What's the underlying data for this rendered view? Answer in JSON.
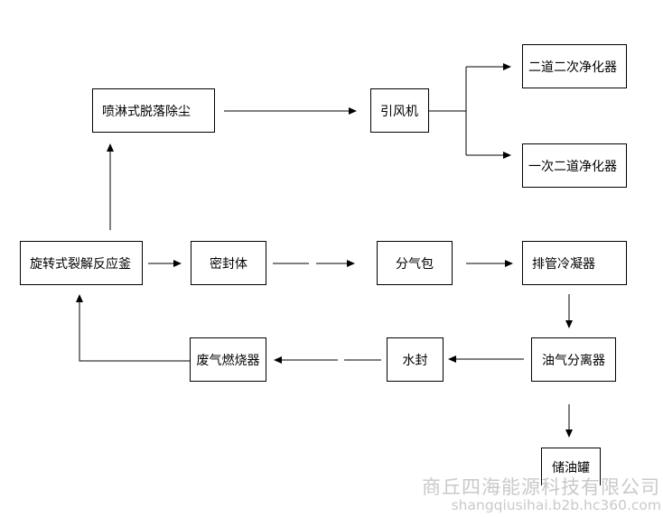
{
  "nodes": {
    "spray_dust_removal": "喷淋式脱落除尘",
    "induced_fan": "引风机",
    "secondary_purifier": "二道二次净化器",
    "primary_purifier": "一次二道净化器",
    "rotary_cracking_kettle": "旋转式裂解反应釜",
    "seal_body": "密封体",
    "gas_distributor": "分气包",
    "condenser_tubes": "排管冷凝器",
    "oil_gas_separator": "油气分离器",
    "water_seal": "水封",
    "waste_gas_burner": "废气燃烧器",
    "oil_tank": "储油罐"
  },
  "watermark": {
    "company": "商丘四海能源科技有限公司",
    "url": "shangqiusihai.b2b.hc360.com"
  }
}
